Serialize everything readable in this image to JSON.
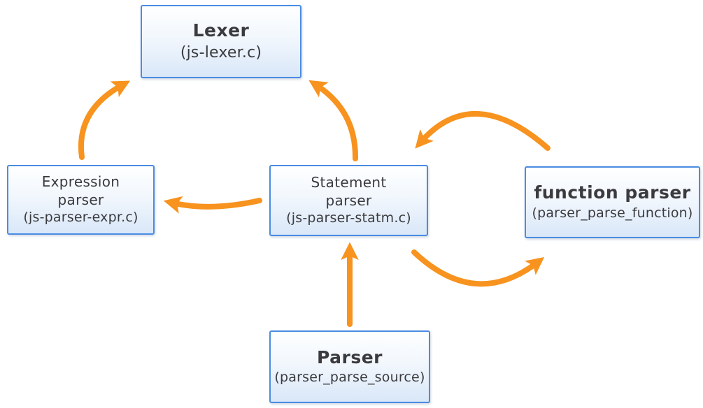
{
  "diagram": {
    "description": "Parser module call-flow diagram",
    "colors": {
      "arrow": "#f7931e",
      "box_border": "#4a8ce2",
      "box_fill_top": "#feffff",
      "box_fill_bottom": "#d9e7f8",
      "text": "#3b3b3f",
      "background": "#ffffff"
    },
    "nodes": {
      "lexer": {
        "title": "Lexer",
        "subtitle": "(js-lexer.c)"
      },
      "expression": {
        "title": "Expression\nparser",
        "subtitle": "(js-parser-expr.c)"
      },
      "statement": {
        "title": "Statement\nparser",
        "subtitle": "(js-parser-statm.c)"
      },
      "function": {
        "title": "function parser",
        "subtitle": "(parser_parse_function)"
      },
      "parser": {
        "title": "Parser",
        "subtitle": "(parser_parse_source)"
      }
    },
    "edges": [
      {
        "from": "expression",
        "to": "lexer"
      },
      {
        "from": "statement",
        "to": "lexer"
      },
      {
        "from": "statement",
        "to": "expression"
      },
      {
        "from": "function",
        "to": "statement"
      },
      {
        "from": "statement",
        "to": "function"
      },
      {
        "from": "parser",
        "to": "statement"
      }
    ]
  }
}
